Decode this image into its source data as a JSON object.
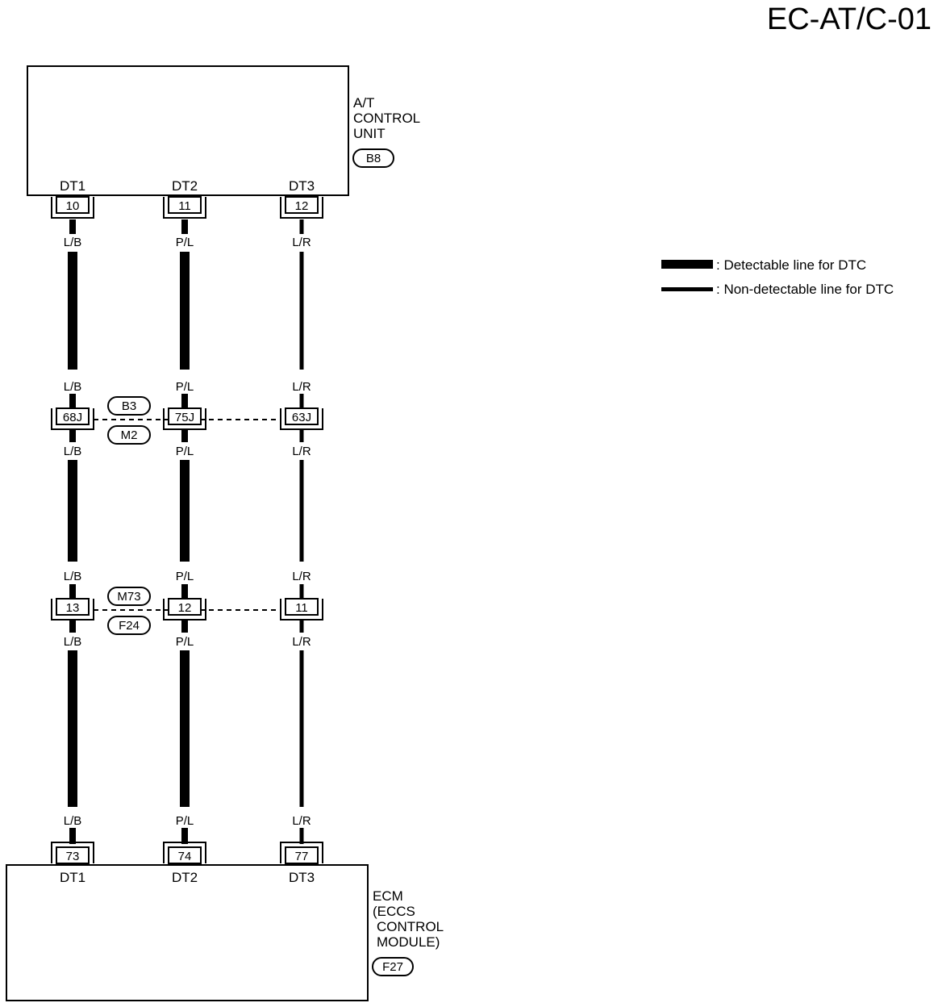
{
  "page_code": "EC-AT/C-01",
  "units": {
    "at_control_unit": {
      "name_lines": [
        "A/T",
        "CONTROL",
        "UNIT"
      ],
      "connector": "B8",
      "terminals": [
        {
          "name": "DT1",
          "pin": "10"
        },
        {
          "name": "DT2",
          "pin": "11"
        },
        {
          "name": "DT3",
          "pin": "12"
        }
      ]
    },
    "ecm": {
      "name_lines": [
        "ECM",
        "(ECCS",
        "CONTROL",
        "MODULE)"
      ],
      "connector": "F27",
      "terminals": [
        {
          "name": "DT1",
          "pin": "73"
        },
        {
          "name": "DT2",
          "pin": "74"
        },
        {
          "name": "DT3",
          "pin": "77"
        }
      ]
    }
  },
  "wire_colors": [
    "L/B",
    "P/L",
    "L/R"
  ],
  "wire_types": [
    "detectable",
    "detectable",
    "non-detectable"
  ],
  "connectors": [
    {
      "pins": [
        "68J",
        "75J",
        "63J"
      ],
      "connector_ids": [
        "B3",
        "M2"
      ]
    },
    {
      "pins": [
        "13",
        "12",
        "11"
      ],
      "connector_ids": [
        "M73",
        "F24"
      ]
    }
  ],
  "legend": {
    "detectable": ": Detectable line for DTC",
    "non_detectable": ": Non-detectable line for DTC"
  }
}
